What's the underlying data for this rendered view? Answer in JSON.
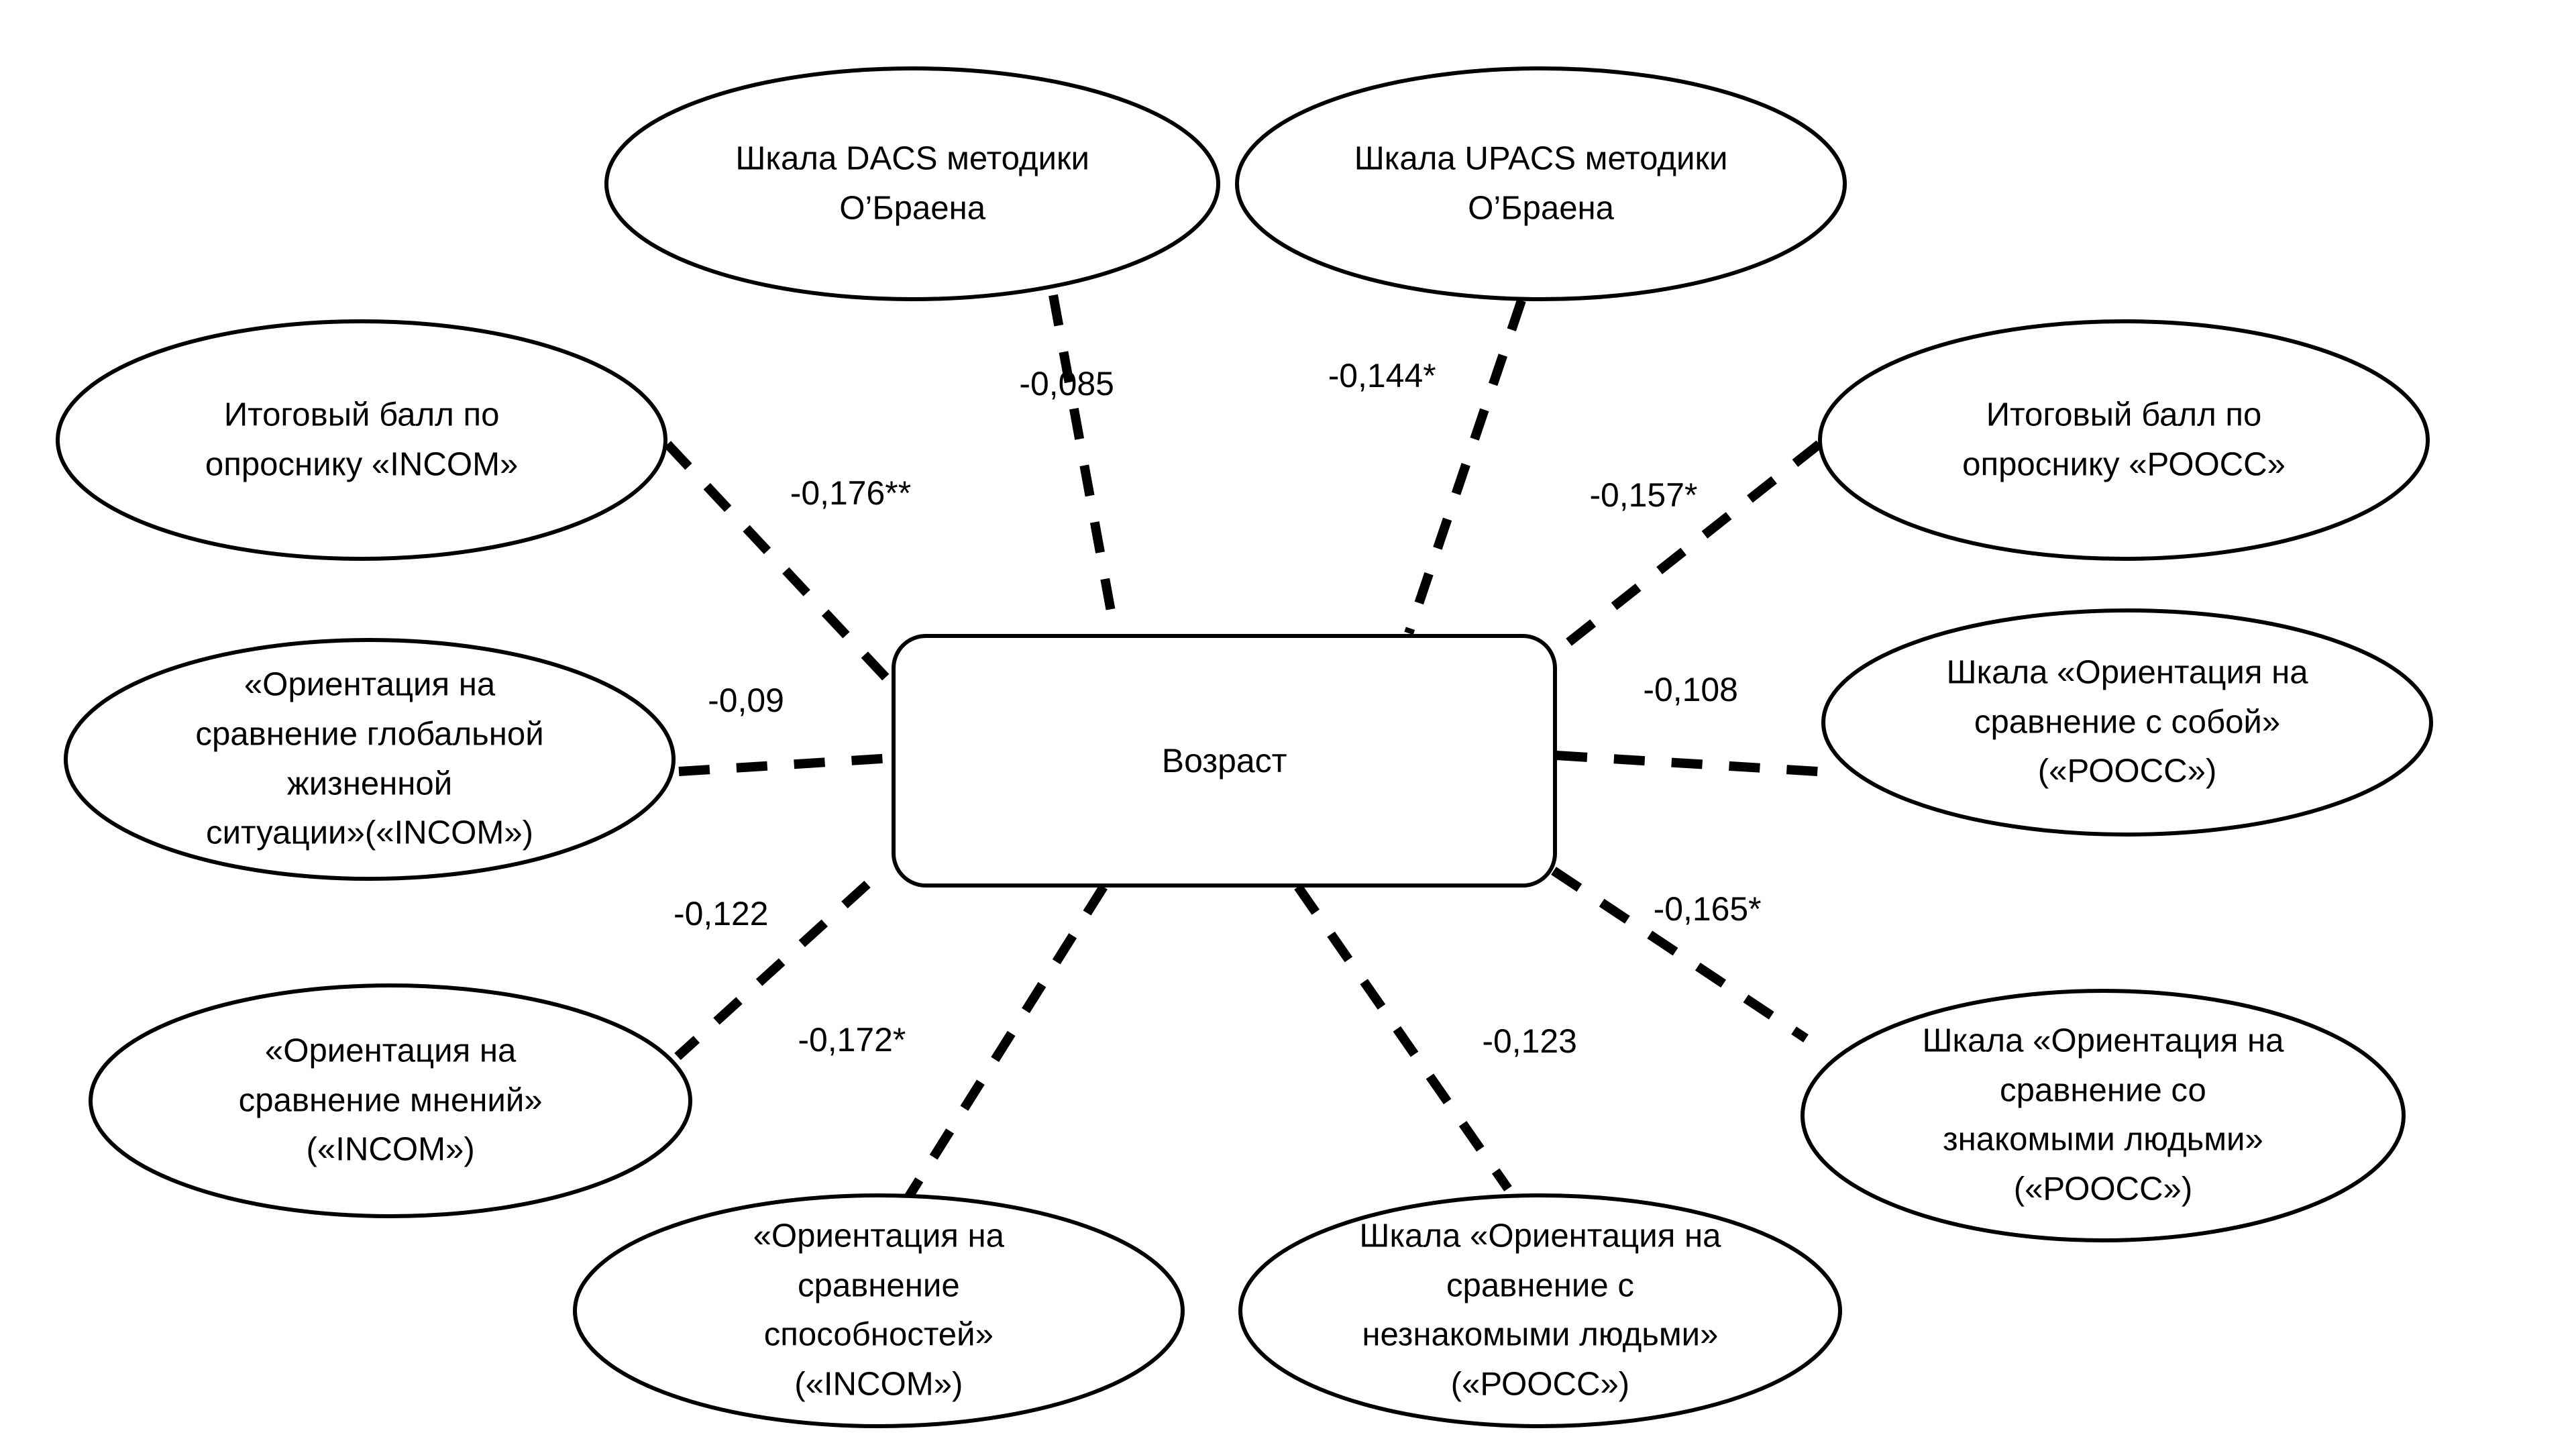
{
  "diagram": {
    "background_color": "#ffffff",
    "stroke_color": "#000000",
    "line_style": "dashed",
    "center_node": {
      "label": "Возраст"
    },
    "nodes": [
      {
        "id": "dacs-scale",
        "label": "Шкала DACS методики\nО’Браена",
        "correlation": "-0,085"
      },
      {
        "id": "upacs-scale",
        "label": "Шкала UPACS методики\nО’Браена",
        "correlation": "-0,144*"
      },
      {
        "id": "incom-total-score",
        "label": "Итоговый балл по\nопроснику «INCOM»",
        "correlation": "-0,176**"
      },
      {
        "id": "roocc-total-score",
        "label": "Итоговый балл по\nопроснику «РООСС»",
        "correlation": "-0,157*"
      },
      {
        "id": "incom-global-situation",
        "label": "«Ориентация на\nсравнение глобальной\nжизненной\nситуации»(«INCOM»)",
        "correlation": "-0,09"
      },
      {
        "id": "roocc-self-comparison",
        "label": "Шкала «Ориентация на\nсравнение с собой»\n(«РООСС»)",
        "correlation": "-0,108"
      },
      {
        "id": "incom-opinions",
        "label": "«Ориентация на\nсравнение мнений»\n(«INCOM»)",
        "correlation": "-0,122"
      },
      {
        "id": "roocc-acquaintances",
        "label": "Шкала «Ориентация на\nсравнение со\nзнакомыми людьми»\n(«РООСС»)",
        "correlation": "-0,165*"
      },
      {
        "id": "incom-abilities",
        "label": "«Ориентация на\nсравнение\nспособностей»\n(«INCOM»)",
        "correlation": "-0,172*"
      },
      {
        "id": "roocc-strangers",
        "label": "Шкала «Ориентация на\nсравнение с\nнезнакомыми людьми»\n(«РООСС»)",
        "correlation": "-0,123"
      }
    ]
  }
}
